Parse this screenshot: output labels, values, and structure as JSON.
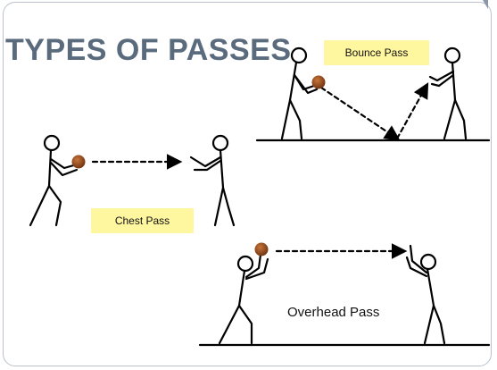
{
  "title": "TYPES OF PASSES",
  "passes": {
    "bounce": {
      "label": "Bounce Pass"
    },
    "chest": {
      "label": "Chest Pass"
    },
    "overhead": {
      "label": "Overhead Pass"
    }
  },
  "colors": {
    "title": "#5a6b7d",
    "label_background": "#fff6a0",
    "ball": "#8b4513",
    "line": "#000000"
  },
  "icons": [
    "basketball-icon",
    "stick-figure-icon",
    "arrow-icon"
  ]
}
